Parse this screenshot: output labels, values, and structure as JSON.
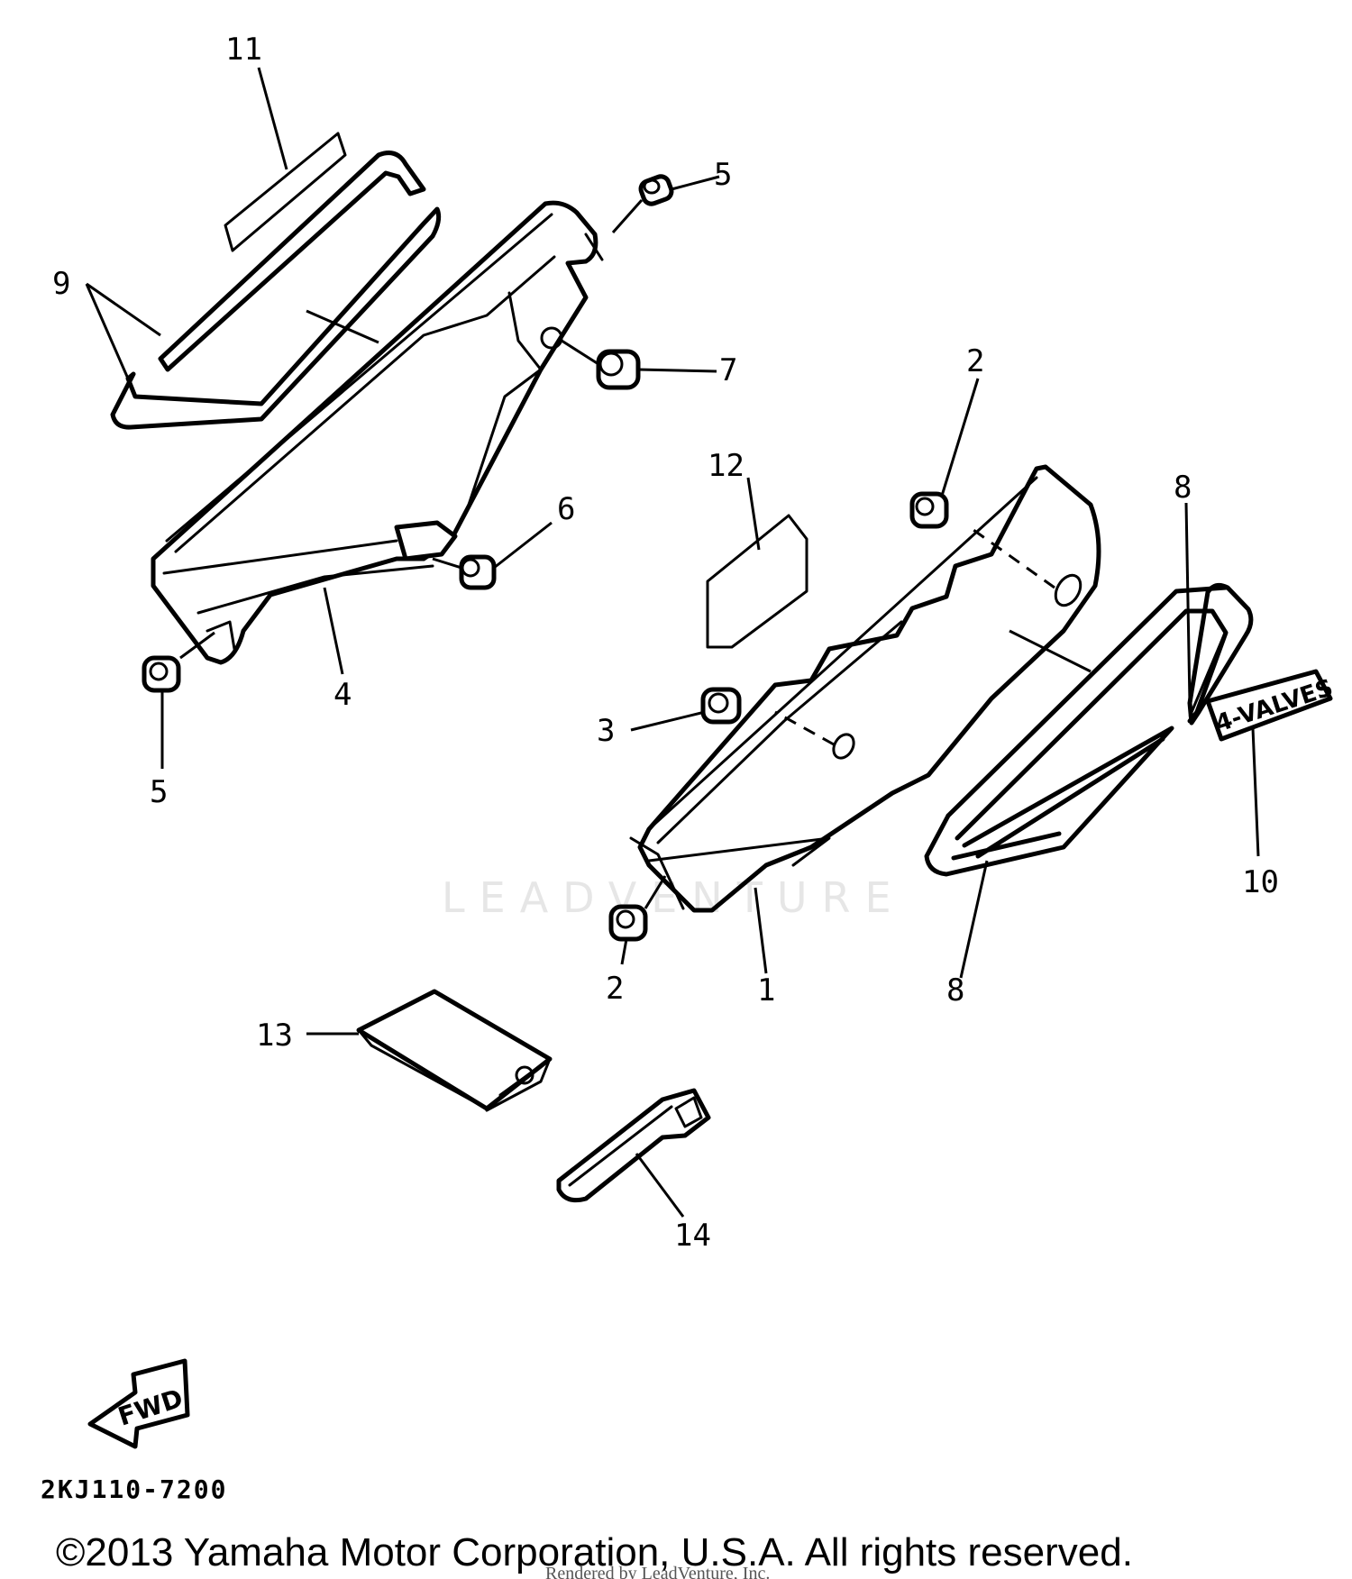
{
  "diagram": {
    "callouts": [
      {
        "id": "c11",
        "label": "11"
      },
      {
        "id": "c9",
        "label": "9"
      },
      {
        "id": "c5a",
        "label": "5"
      },
      {
        "id": "c7",
        "label": "7"
      },
      {
        "id": "c6",
        "label": "6"
      },
      {
        "id": "c4",
        "label": "4"
      },
      {
        "id": "c5b",
        "label": "5"
      },
      {
        "id": "c2a",
        "label": "2"
      },
      {
        "id": "c12",
        "label": "12"
      },
      {
        "id": "c8a",
        "label": "8"
      },
      {
        "id": "c3",
        "label": "3"
      },
      {
        "id": "c10",
        "label": "10"
      },
      {
        "id": "c2b",
        "label": "2"
      },
      {
        "id": "c1",
        "label": "1"
      },
      {
        "id": "c8b",
        "label": "8"
      },
      {
        "id": "c13",
        "label": "13"
      },
      {
        "id": "c14",
        "label": "14"
      }
    ],
    "emblem_text": "4-VALVES",
    "fwd_label": "FWD",
    "diagram_code": "2KJ110-7200",
    "watermark": "LEADVENTURE"
  },
  "footer": {
    "copyright": "©2013 Yamaha Motor Corporation, U.S.A. All rights reserved.",
    "rendered_by": "Rendered by LeadVenture, Inc."
  }
}
